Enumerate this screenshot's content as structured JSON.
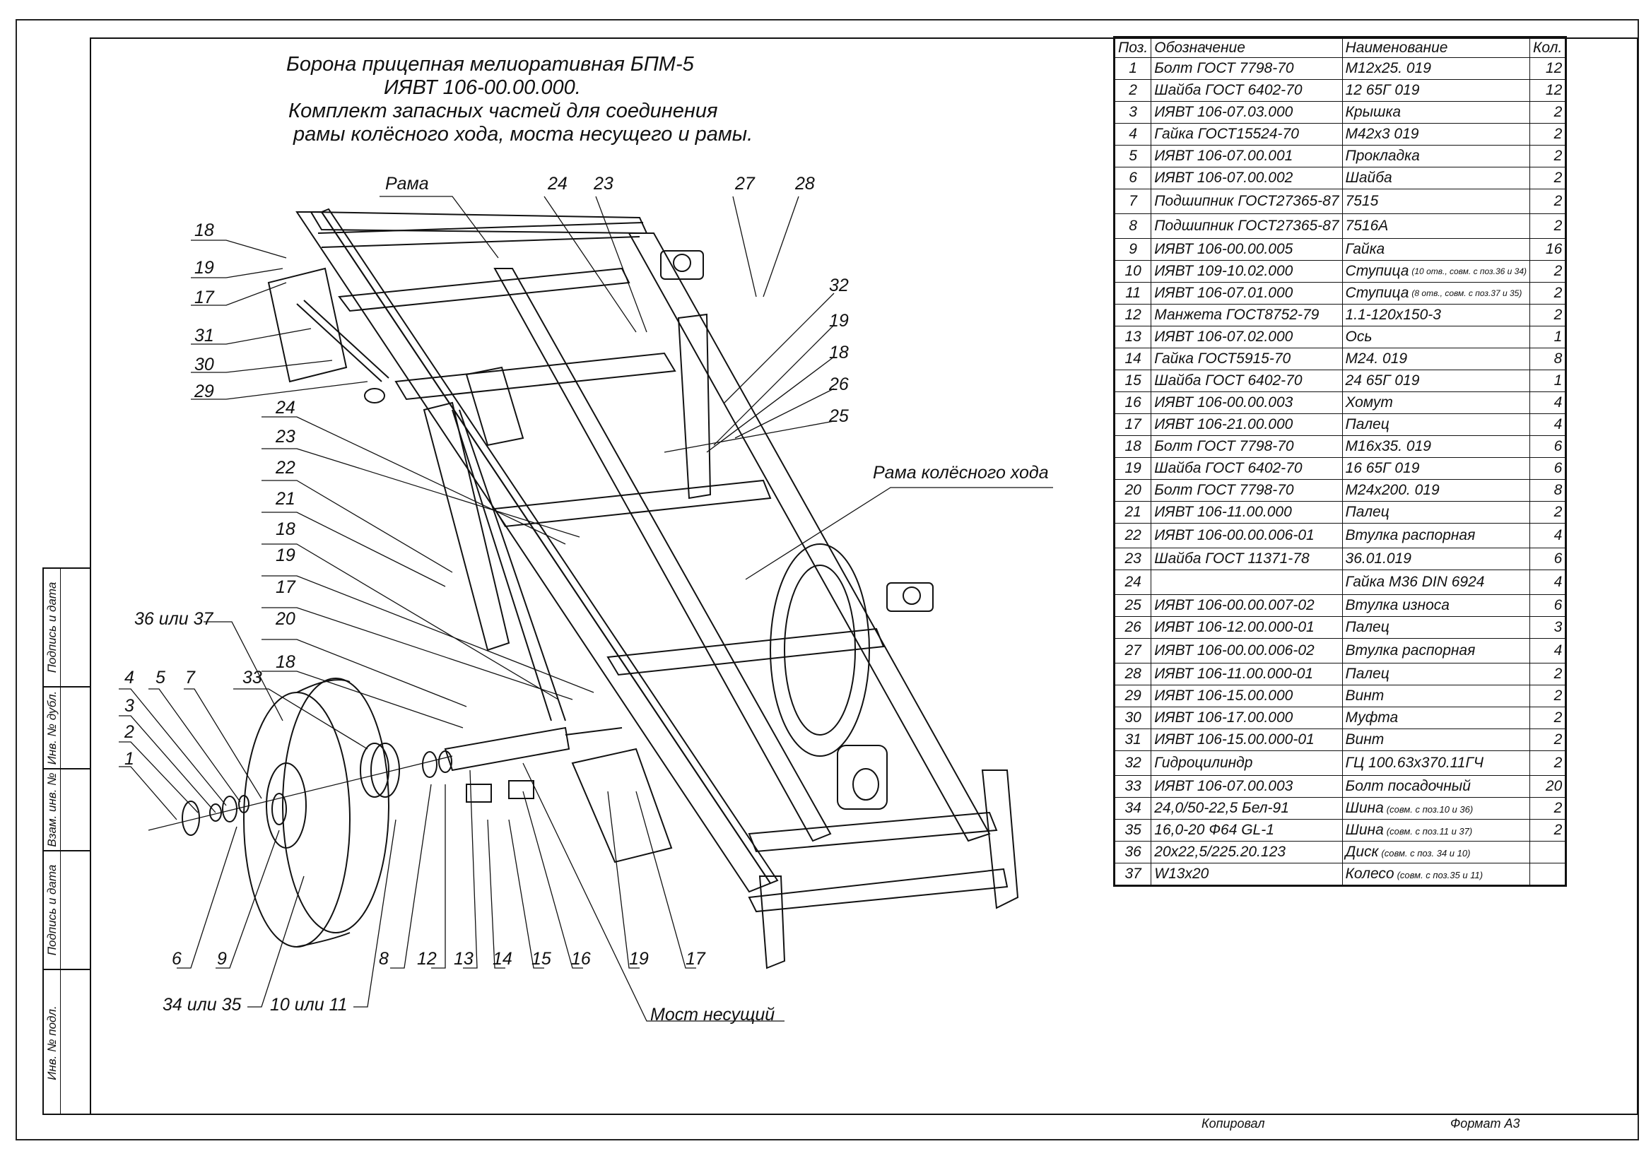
{
  "title": {
    "line1": "Борона прицепная мелиоративная БПМ-5",
    "line2": "ИЯВТ 106-00.00.000.",
    "line3": "Комплект запасных частей для соединения",
    "line4": "рамы колёсного хода, моста несущего и рамы."
  },
  "table": {
    "headers": {
      "pos": "Поз.",
      "designation": "Обозначение",
      "name": "Наименование",
      "qty": "Кол."
    },
    "rows": [
      {
        "pos": "1",
        "designation": "Болт ГОСТ 7798-70",
        "name": "М12х25. 019",
        "note": "",
        "qty": "12"
      },
      {
        "pos": "2",
        "designation": "Шайба ГОСТ 6402-70",
        "name": "12 65Г 019",
        "note": "",
        "qty": "12"
      },
      {
        "pos": "3",
        "designation": "ИЯВТ 106-07.03.000",
        "name": "Крышка",
        "note": "",
        "qty": "2"
      },
      {
        "pos": "4",
        "designation": "Гайка ГОСТ15524-70",
        "name": " М42х3 019",
        "note": "",
        "qty": "2"
      },
      {
        "pos": "5",
        "designation": "ИЯВТ 106-07.00.001",
        "name": "Прокладка",
        "note": "",
        "qty": "2"
      },
      {
        "pos": "6",
        "designation": "ИЯВТ 106-07.00.002",
        "name": "Шайба",
        "note": "",
        "qty": "2"
      },
      {
        "pos": "7",
        "designation": "Подшипник ГОСТ27365-87",
        "name": "7515",
        "note": "",
        "qty": "2"
      },
      {
        "pos": "8",
        "designation": "Подшипник ГОСТ27365-87",
        "name": "7516А",
        "note": "",
        "qty": "2"
      },
      {
        "pos": "9",
        "designation": "ИЯВТ 106-00.00.005",
        "name": "Гайка",
        "note": "",
        "qty": "16"
      },
      {
        "pos": "10",
        "designation": "ИЯВТ 109-10.02.000",
        "name": "Ступица",
        "note": "(10 отв., совм. с поз.36 и 34)",
        "qty": "2"
      },
      {
        "pos": "11",
        "designation": "ИЯВТ 106-07.01.000",
        "name": "Ступица",
        "note": "(8 отв., совм. с поз.37 и 35)",
        "qty": "2"
      },
      {
        "pos": "12",
        "designation": "Манжета ГОСТ8752-79",
        "name": "1.1-120х150-3",
        "note": "",
        "qty": "2"
      },
      {
        "pos": "13",
        "designation": "ИЯВТ 106-07.02.000",
        "name": "Ось",
        "note": "",
        "qty": "1"
      },
      {
        "pos": "14",
        "designation": "Гайка ГОСТ5915-70",
        "name": "М24. 019",
        "note": "",
        "qty": "8"
      },
      {
        "pos": "15",
        "designation": "Шайба ГОСТ 6402-70",
        "name": "24 65Г 019",
        "note": "",
        "qty": "1"
      },
      {
        "pos": "16",
        "designation": "ИЯВТ 106-00.00.003",
        "name": "Хомут",
        "note": "",
        "qty": "4"
      },
      {
        "pos": "17",
        "designation": "ИЯВТ 106-21.00.000",
        "name": "Палец",
        "note": "",
        "qty": "4"
      },
      {
        "pos": "18",
        "designation": "Болт ГОСТ 7798-70",
        "name": "М16х35. 019",
        "note": "",
        "qty": "6"
      },
      {
        "pos": "19",
        "designation": "Шайба ГОСТ 6402-70",
        "name": "16 65Г 019",
        "note": "",
        "qty": "6"
      },
      {
        "pos": "20",
        "designation": "Болт ГОСТ 7798-70",
        "name": "М24х200. 019",
        "note": "",
        "qty": "8"
      },
      {
        "pos": "21",
        "designation": "ИЯВТ 106-11.00.000",
        "name": "Палец",
        "note": "",
        "qty": "2"
      },
      {
        "pos": "22",
        "designation": "ИЯВТ 106-00.00.006-01",
        "name": "Втулка распорная",
        "note": "",
        "qty": "4"
      },
      {
        "pos": "23",
        "designation": "Шайба ГОСТ 11371-78",
        "name": "36.01.019",
        "note": "",
        "qty": "6"
      },
      {
        "pos": "24",
        "designation": "",
        "name": "Гайка М36 DIN 6924",
        "note": "",
        "qty": "4"
      },
      {
        "pos": "25",
        "designation": "ИЯВТ 106-00.00.007-02",
        "name": "Втулка износа",
        "note": "",
        "qty": "6"
      },
      {
        "pos": "26",
        "designation": "ИЯВТ 106-12.00.000-01",
        "name": "Палец",
        "note": "",
        "qty": "3"
      },
      {
        "pos": "27",
        "designation": "ИЯВТ 106-00.00.006-02",
        "name": "Втулка распорная",
        "note": "",
        "qty": "4"
      },
      {
        "pos": "28",
        "designation": "ИЯВТ 106-11.00.000-01",
        "name": "Палец",
        "note": "",
        "qty": "2"
      },
      {
        "pos": "29",
        "designation": "ИЯВТ 106-15.00.000",
        "name": "Винт",
        "note": "",
        "qty": "2"
      },
      {
        "pos": "30",
        "designation": "ИЯВТ 106-17.00.000",
        "name": "Муфта",
        "note": "",
        "qty": "2"
      },
      {
        "pos": "31",
        "designation": "ИЯВТ 106-15.00.000-01",
        "name": "Винт",
        "note": "",
        "qty": "2"
      },
      {
        "pos": "32",
        "designation": "Гидроцилиндр",
        "name": "ГЦ 100.63х370.11ГЧ",
        "note": "",
        "qty": "2"
      },
      {
        "pos": "33",
        "designation": "ИЯВТ 106-07.00.003",
        "name": "Болт посадочный",
        "note": "",
        "qty": "20"
      },
      {
        "pos": "34",
        "designation": "24,0/50-22,5 Бел-91",
        "name": "Шина",
        "note": "(совм. с поз.10 и 36)",
        "qty": "2"
      },
      {
        "pos": "35",
        "designation": "16,0-20 Ф64 GL-1",
        "name": "Шина",
        "note": "(совм. с поз.11 и 37)",
        "qty": "2"
      },
      {
        "pos": "36",
        "designation": "20х22,5/225.20.123",
        "name": "Диск",
        "note": "(совм. с поз. 34 и 10)",
        "qty": ""
      },
      {
        "pos": "37",
        "designation": "W13х20",
        "name": "Колесо",
        "note": "(совм. с поз.35 и 11)",
        "qty": ""
      }
    ]
  },
  "callouts": {
    "rama": "Рама",
    "rama_kolesnogo_hoda": "Рама колёсного хода",
    "most_nesushchiy": "Мост несущий",
    "c36_37": "36 или 37",
    "c34_35": "34 или 35",
    "c10_11": "10 или 11",
    "n1": "1",
    "n2": "2",
    "n3": "3",
    "n4": "4",
    "n5": "5",
    "n6": "6",
    "n7": "7",
    "n8": "8",
    "n9": "9",
    "n12": "12",
    "n13": "13",
    "n14": "14",
    "n15": "15",
    "n16": "16",
    "n17": "17",
    "n18": "18",
    "n19": "19",
    "n20": "20",
    "n21": "21",
    "n22": "22",
    "n23": "23",
    "n24": "24",
    "n25": "25",
    "n26": "26",
    "n27": "27",
    "n28": "28",
    "n29": "29",
    "n30": "30",
    "n31": "31",
    "n32": "32",
    "n33": "33"
  },
  "stamp": {
    "podpis_data_1": "Подпись и дата",
    "inv_dubl": "Инв. № дубл.",
    "vzam_inv": "Взам. инв. №",
    "podpis_data_2": "Подпись и дата",
    "inv_podl": "Инв. № подл."
  },
  "footer": {
    "copied": "Копировал",
    "format": "Формат А3"
  }
}
